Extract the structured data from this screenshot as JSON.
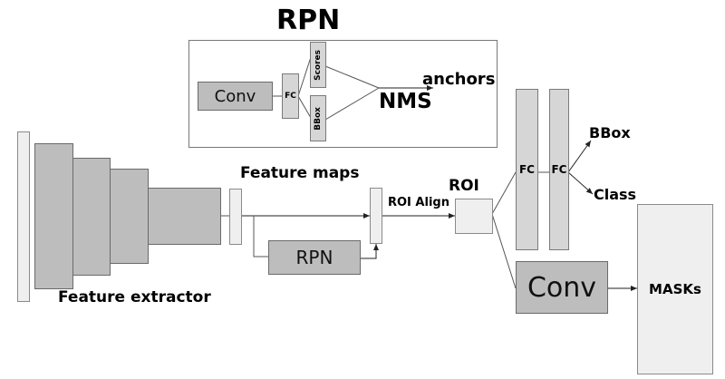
{
  "rpn_panel": {
    "title": "RPN",
    "conv_label": "Conv",
    "fc_label": "FC",
    "scores_label": "Scores",
    "bbox_label": "BBox",
    "nms_label": "NMS",
    "anchors_label": "anchors"
  },
  "backbone": {
    "feature_extractor_label": "Feature extractor",
    "feature_maps_label": "Feature maps",
    "rpn_label": "RPN",
    "roi_align_label": "ROI Align",
    "roi_label": "ROI"
  },
  "head": {
    "fc1_label": "FC",
    "fc2_label": "FC",
    "bbox_output": "BBox",
    "class_output": "Class",
    "conv_label": "Conv",
    "masks_label": "MASKs"
  }
}
